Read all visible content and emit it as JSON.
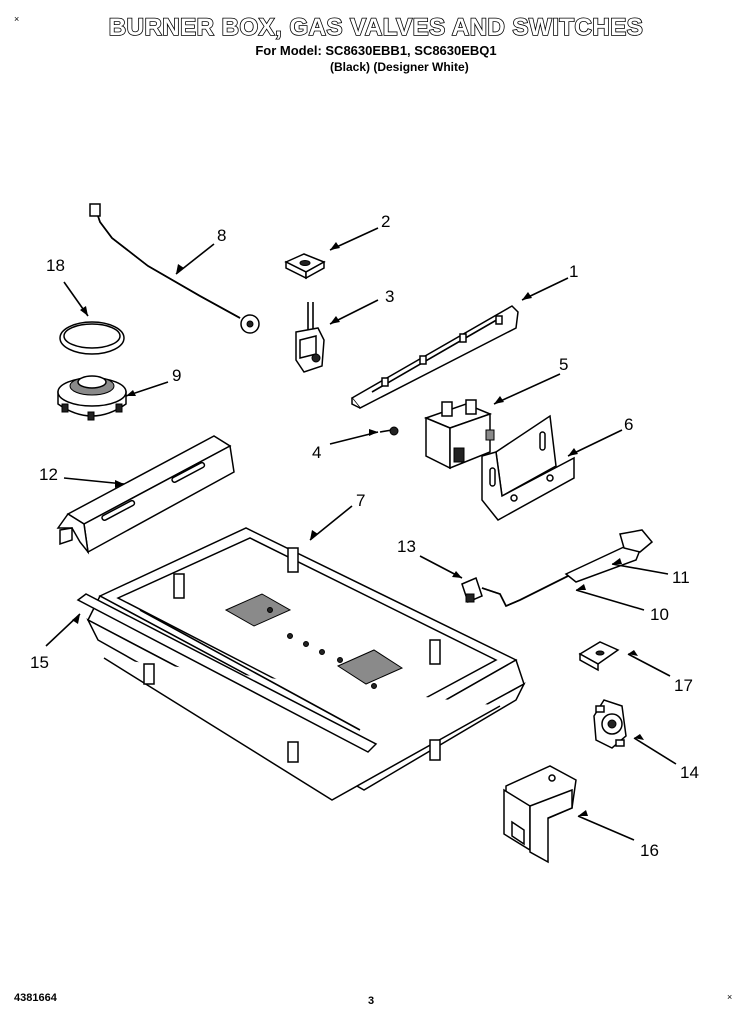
{
  "header": {
    "title": "BURNER BOX, GAS VALVES AND SWITCHES",
    "models": "For Model: SC8630EBB1, SC8630EBQ1",
    "variants": "(Black)  (Designer White)"
  },
  "callouts": [
    "1",
    "2",
    "3",
    "4",
    "5",
    "6",
    "7",
    "8",
    "9",
    "10",
    "11",
    "12",
    "13",
    "14",
    "15",
    "16",
    "17",
    "18"
  ],
  "footer": {
    "doc_number": "4381664",
    "page": "3"
  }
}
